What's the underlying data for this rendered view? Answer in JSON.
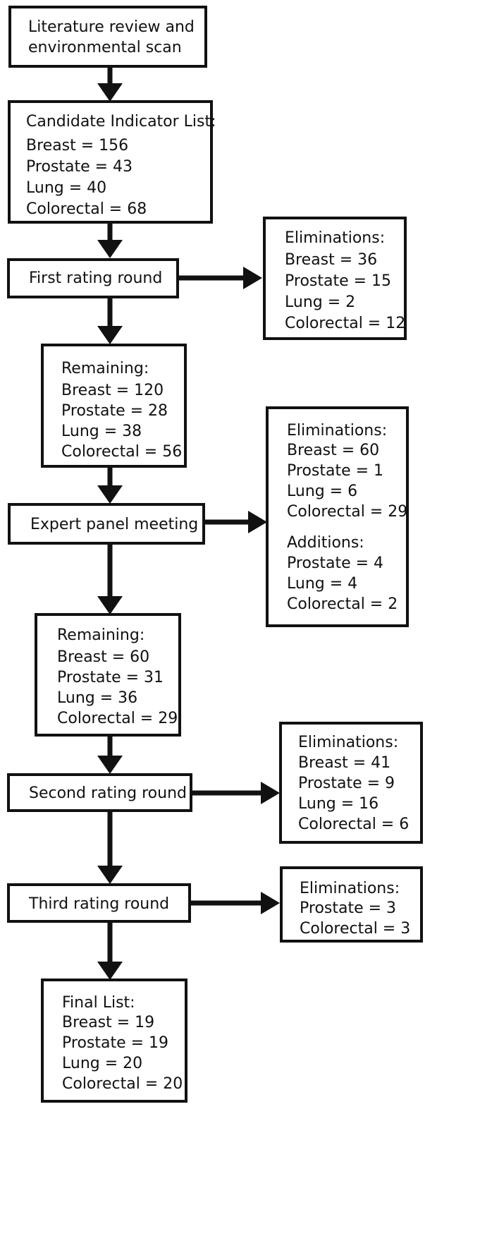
{
  "flow": {
    "start": {
      "lines": [
        "Literature review and",
        "environmental scan"
      ]
    },
    "candidate": {
      "title": "Candidate Indicator List:",
      "lines": [
        "Breast = 156",
        "Prostate = 43",
        "Lung = 40",
        "Colorectal = 68"
      ]
    },
    "round1": {
      "label": "First rating round"
    },
    "elim1": {
      "title": "Eliminations:",
      "lines": [
        "Breast = 36",
        "Prostate = 15",
        "Lung = 2",
        "Colorectal = 12"
      ]
    },
    "remaining1": {
      "title": "Remaining:",
      "lines": [
        "Breast = 120",
        "Prostate = 28",
        "Lung = 38",
        "Colorectal = 56"
      ]
    },
    "panel": {
      "label": "Expert panel meeting"
    },
    "elim2": {
      "title": "Eliminations:",
      "lines": [
        "Breast = 60",
        "Prostate = 1",
        "Lung = 6",
        "Colorectal = 29"
      ],
      "additions_title": "Additions:",
      "additions": [
        "Prostate = 4",
        "Lung = 4",
        "Colorectal = 2"
      ]
    },
    "remaining2": {
      "title": "Remaining:",
      "lines": [
        "Breast = 60",
        "Prostate = 31",
        "Lung = 36",
        "Colorectal = 29"
      ]
    },
    "round2": {
      "label": "Second rating round"
    },
    "elim3": {
      "title": "Eliminations:",
      "lines": [
        "Breast = 41",
        "Prostate = 9",
        "Lung = 16",
        "Colorectal = 6"
      ]
    },
    "round3": {
      "label": "Third rating round"
    },
    "elim4": {
      "title": "Eliminations:",
      "lines": [
        "Prostate = 3",
        "Colorectal = 3"
      ]
    },
    "final": {
      "title": "Final List:",
      "lines": [
        "Breast = 19",
        "Prostate = 19",
        "Lung = 20",
        "Colorectal = 20"
      ]
    }
  }
}
